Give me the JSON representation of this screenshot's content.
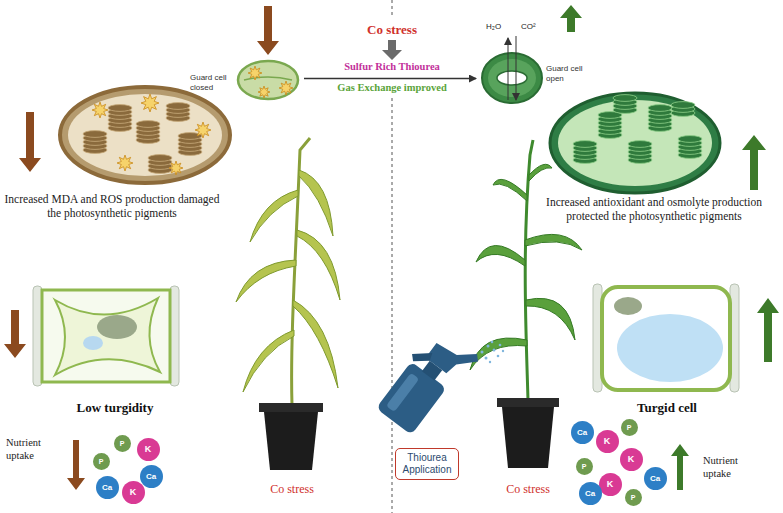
{
  "diagram": {
    "nodes": [
      {
        "text": [
          "P"
        ]
      },
      {
        "text": [
          "K"
        ]
      },
      {
        "text": [
          "P"
        ]
      },
      {
        "text": [
          "Ca"
        ]
      },
      {
        "text": [
          "Ca"
        ]
      },
      {
        "text": [
          "K"
        ]
      },
      {
        "text": [
          "Thiourea Application"
        ]
      },
      {
        "text": [
          "Ca"
        ]
      },
      {
        "text": [
          "K"
        ]
      },
      {
        "text": [
          "P"
        ]
      },
      {
        "text": [
          "P"
        ]
      },
      {
        "text": [
          "K"
        ]
      },
      {
        "text": [
          "K"
        ]
      },
      {
        "text": [
          "Ca"
        ]
      },
      {
        "text": [
          "Ca"
        ]
      },
      {
        "text": [
          "P"
        ]
      }
    ],
    "labels": [
      "Co stress",
      "Sulfur Rich Thiourea",
      "Gas Exchange improved",
      "Guard cell closed",
      "H₂O",
      "CO²",
      "Guard cell open",
      "Increased MDA and ROS production damaged the photosynthetic pigments",
      "Increased antioxidant and osmolyte production protected the photosynthetic pigments",
      "Low turgidity",
      "Turgid cell",
      "Nutrient uptake",
      "Nutrient uptake",
      "Co stress",
      "Co stress"
    ]
  }
}
